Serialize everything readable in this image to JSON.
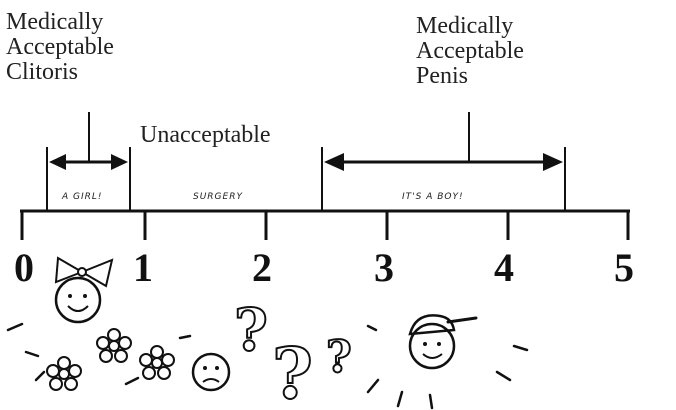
{
  "labels": {
    "clitoris": "Medically\nAcceptable\nClitoris",
    "unacceptable": "Unacceptable",
    "penis": "Medically\nAcceptable\nPenis"
  },
  "segments": {
    "girl": "A GIRL!",
    "surgery": "SURGERY",
    "boy": "IT'S A BOY!"
  },
  "scale": {
    "ticks": [
      "0",
      "1",
      "2",
      "3",
      "4",
      "5"
    ]
  }
}
